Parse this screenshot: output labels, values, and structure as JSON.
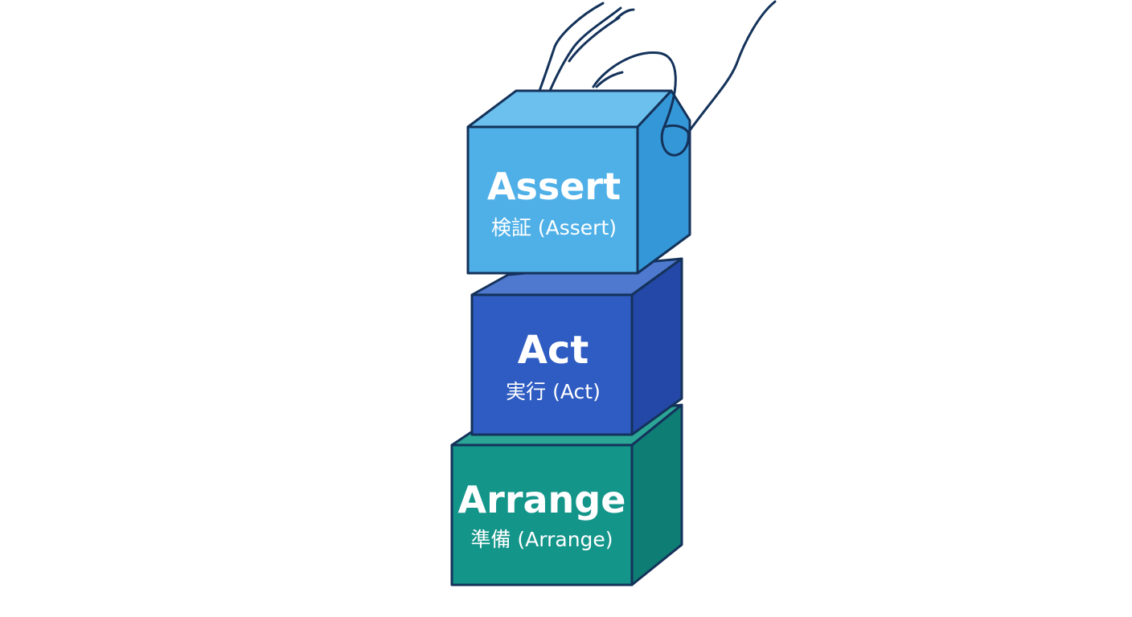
{
  "diagram": {
    "blocks": [
      {
        "id": "assert",
        "title": "Assert",
        "subtitle": "検証 (Assert)",
        "colors": {
          "front": "#4fb0e8",
          "top": "#6cc0ee",
          "side": "#3498d8"
        }
      },
      {
        "id": "act",
        "title": "Act",
        "subtitle": "実行 (Act)",
        "colors": {
          "front": "#2f5cc2",
          "top": "#4f79cf",
          "side": "#2448a8"
        }
      },
      {
        "id": "arrange",
        "title": "Arrange",
        "subtitle": "準備 (Arrange)",
        "colors": {
          "front": "#14958a",
          "top": "#2aa596",
          "side": "#0e7d74"
        }
      }
    ],
    "outline_color": "#14325a",
    "hand_icon": "hand-placing-block-icon"
  }
}
